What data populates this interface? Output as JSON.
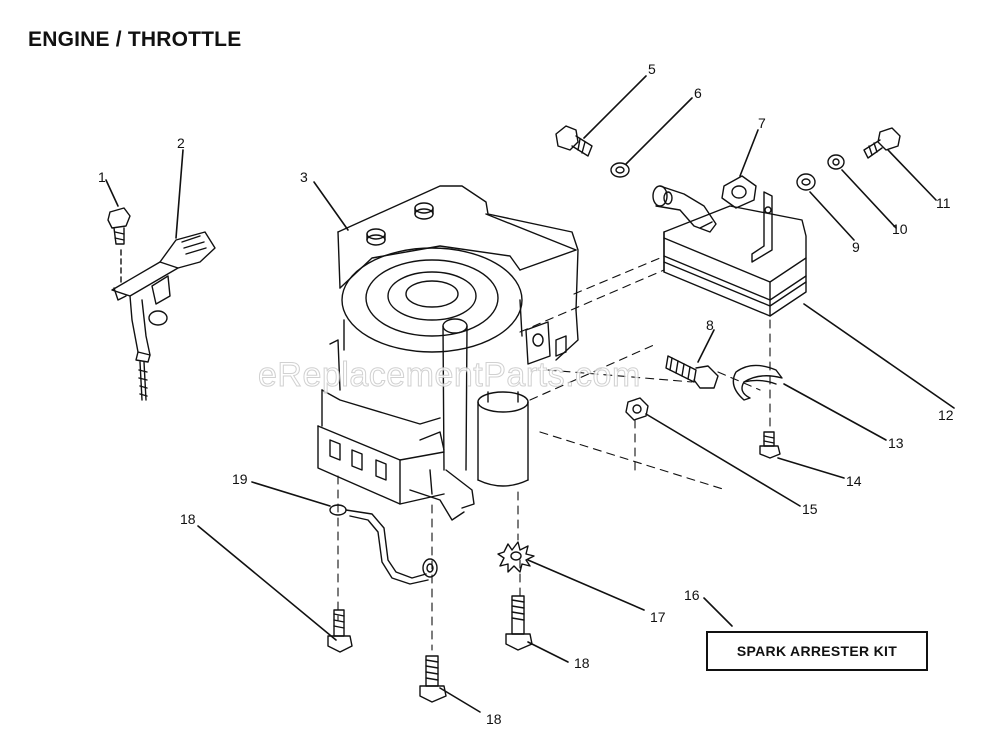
{
  "title": "ENGINE / THROTTLE",
  "watermark": "eReplacementParts.com",
  "kit_label": "SPARK ARRESTER KIT",
  "callouts": [
    "1",
    "2",
    "3",
    "5",
    "6",
    "7",
    "8",
    "9",
    "10",
    "11",
    "12",
    "13",
    "14",
    "15",
    "16",
    "17",
    "18",
    "18",
    "18",
    "19"
  ]
}
